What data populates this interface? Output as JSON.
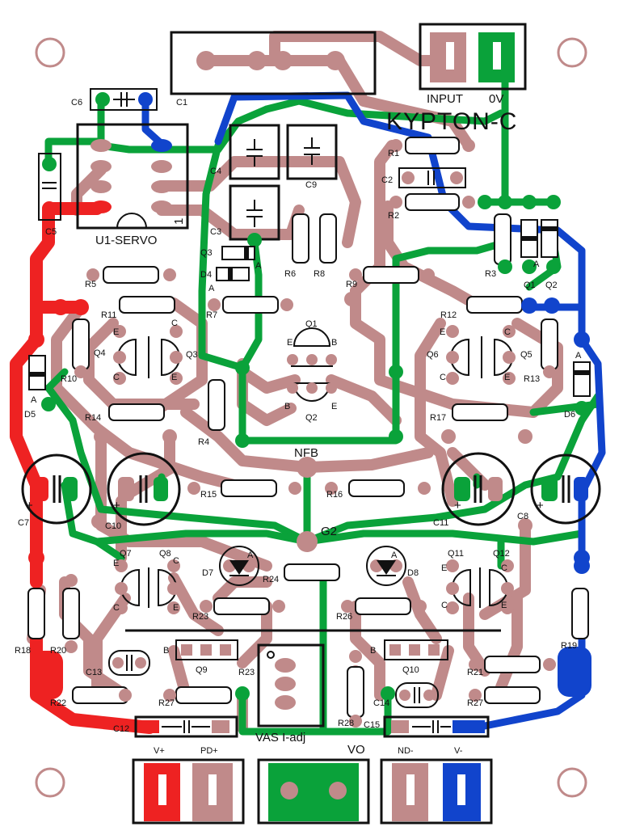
{
  "board": {
    "title": "KYPTON-C",
    "colors": {
      "top_trace": "#0aa23a",
      "bottom_trace": "#c08a8a",
      "vplus": "#ee2222",
      "vminus": "#1144cc",
      "silk": "#111111",
      "hole": "#c08a8a"
    },
    "connectors": {
      "input": "INPUT",
      "zero_v": "0V",
      "vplus": "V+",
      "pd_plus": "PD+",
      "vas_adj": "VAS I-adj",
      "vo": "VO",
      "nd_minus": "ND-",
      "vminus": "V-"
    },
    "nets": {
      "nfb": "NFB",
      "g2": "G2"
    },
    "ic": {
      "u1": "U1-SERVO",
      "pin1": "1"
    },
    "caps": {
      "c1": "C1",
      "c2": "C2",
      "c3": "C3",
      "c4": "C4",
      "c5": "C5",
      "c6": "C6",
      "c7": "C7",
      "c8": "C8",
      "c9": "C9",
      "c10": "C10",
      "c11": "C11",
      "c12": "C12",
      "c13": "C13",
      "c14": "C14",
      "c15": "C15"
    },
    "resistors": {
      "r1": "R1",
      "r2": "R2",
      "r3": "R3",
      "r4": "R4",
      "r5": "R5",
      "r6": "R6",
      "r7": "R7",
      "r8": "R8",
      "r9": "R9",
      "r10": "R10",
      "r11": "R11",
      "r12": "R12",
      "r13": "R13",
      "r14": "R14",
      "r15": "R15",
      "r16": "R16",
      "r17": "R17",
      "r18": "R18",
      "r19": "R19",
      "r20": "R20",
      "r21": "R21",
      "r22": "R22",
      "r23a": "R23",
      "r23b": "R23",
      "r24": "R24",
      "r26": "R26",
      "r27a": "R27",
      "r27b": "R27",
      "r28": "R28"
    },
    "diodes": {
      "d1": "Q1",
      "d2": "Q2",
      "d3": "Q3",
      "d4": "D4",
      "d5": "D5",
      "d6": "D6",
      "d7": "D7",
      "d8": "D8",
      "anode": "A"
    },
    "transistors": {
      "q1": "Q1",
      "q2": "Q2",
      "q3": "Q3",
      "q4": "Q4",
      "q5": "Q5",
      "q6": "Q6",
      "q7": "Q7",
      "q8": "Q8",
      "q9": "Q9",
      "q10": "Q10",
      "q11": "Q11",
      "q12": "Q12",
      "pin_e": "E",
      "pin_b": "B",
      "pin_c": "C"
    },
    "polarity": "+"
  }
}
